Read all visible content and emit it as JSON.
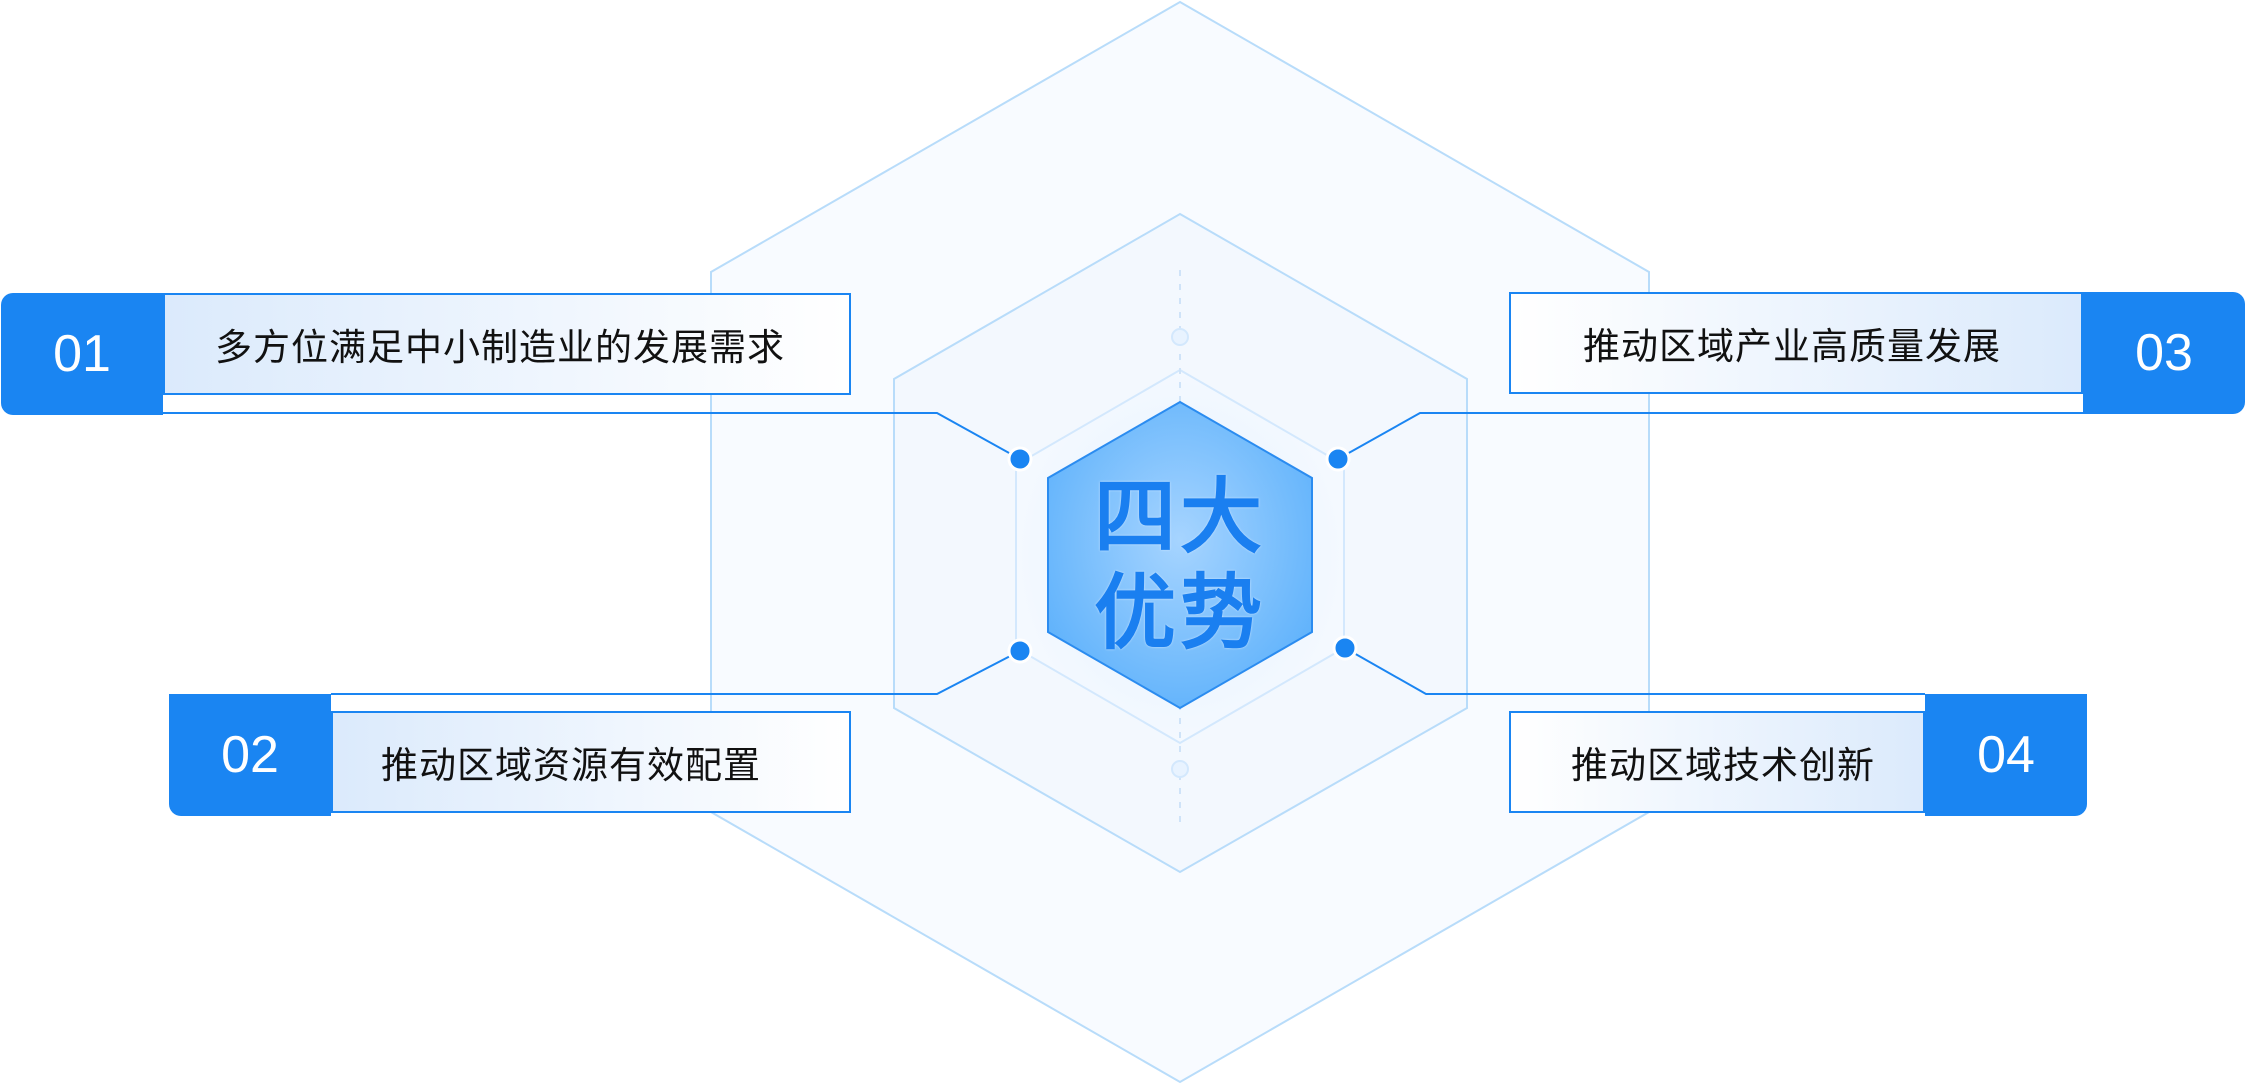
{
  "center": {
    "line1": "四大",
    "line2": "优势"
  },
  "items": [
    {
      "number": "01",
      "text": "多方位满足中小制造业的发展需求"
    },
    {
      "number": "02",
      "text": "推动区域资源有效配置"
    },
    {
      "number": "03",
      "text": "推动区域产业高质量发展"
    },
    {
      "number": "04",
      "text": "推动区域技术创新"
    }
  ],
  "colors": {
    "accent": "#1a85f2",
    "hex_outline": "#b8dcfa",
    "label_tint": "#dbeafc"
  }
}
